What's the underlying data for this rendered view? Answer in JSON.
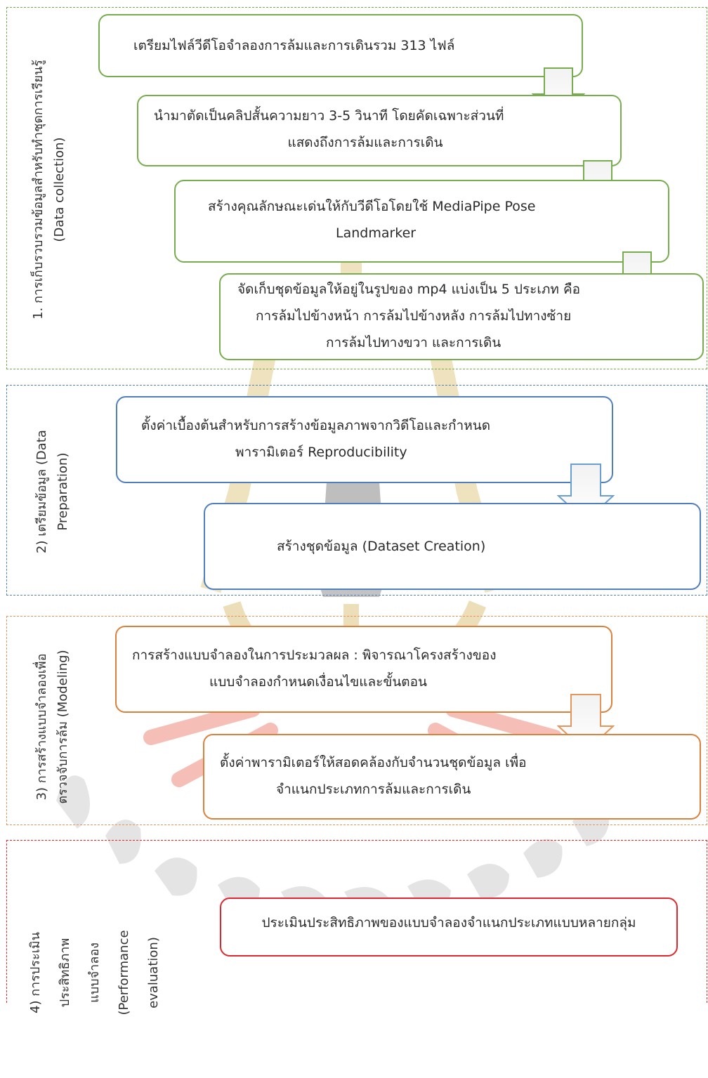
{
  "colors": {
    "green": "#77ad4f",
    "blue": "#4f7fbf",
    "orange": "#d9813d",
    "red": "#e0272f",
    "watermark_red": "#f0a8a0",
    "watermark_gold": "#e8d6a6",
    "watermark_gray": "#a8a8a8"
  },
  "sections": [
    {
      "label_lines": [
        "1. การเก็บรวบรวมข้อมูลสำหรับทำชุดการเรียนรู้",
        "(Data collection)"
      ],
      "steps": [
        {
          "lines": [
            "เตรียมไฟล์วีดีโอจำลองการล้มและการเดินรวม 313 ไฟล์"
          ]
        },
        {
          "lines": [
            "นำมาตัดเป็นคลิปสั้นความยาว 3-5 วินาที โดยคัดเฉพาะส่วนที่",
            "แสดงถึงการล้มและการเดิน"
          ]
        },
        {
          "lines": [
            "สร้างคุณลักษณะเด่นให้กับวีดีโอโดยใช้ MediaPipe Pose",
            "Landmarker"
          ]
        },
        {
          "lines": [
            "จัดเก็บชุดข้อมูลให้อยู่ในรูปของ mp4 แบ่งเป็น 5 ประเภท คือ",
            "การล้มไปข้างหน้า การล้มไปข้างหลัง การล้มไปทางซ้าย",
            "การล้มไปทางขวา และการเดิน"
          ]
        }
      ]
    },
    {
      "label_lines": [
        "2) เตรียมข้อมูล (Data",
        "Preparation)"
      ],
      "steps": [
        {
          "lines": [
            "ตั้งค่าเบื้องต้นสำหรับการสร้างข้อมูลภาพจากวิดีโอและกำหนด",
            "พารามิเตอร์ Reproducibility"
          ]
        },
        {
          "lines": [
            "สร้างชุดข้อมูล (Dataset Creation)"
          ]
        }
      ]
    },
    {
      "label_lines": [
        "3) การสร้างแบบจำลองเพื่อ",
        "ตรวจจับการล้ม (Modeling)"
      ],
      "steps": [
        {
          "lines": [
            "การสร้างแบบจำลองในการประมวลผล :  พิจารณาโครงสร้างของ",
            "แบบจำลองกำหนดเงื่อนไขและขั้นตอน"
          ]
        },
        {
          "lines": [
            "ตั้งค่าพารามิเตอร์ให้สอดคล้องกับจำนวนชุดข้อมูล เพื่อ",
            "จำแนกประเภทการล้มและการเดิน"
          ]
        }
      ]
    },
    {
      "label_lines": [
        "4) การประเมิน",
        "ประสิทธิภาพ",
        "แบบจำลอง",
        "(Performance",
        "evaluation)"
      ],
      "steps": [
        {
          "lines": [
            "ประเมินประสิทธิภาพของแบบจำลองจำแนกประเภทแบบหลายกลุ่ม"
          ]
        }
      ]
    }
  ]
}
